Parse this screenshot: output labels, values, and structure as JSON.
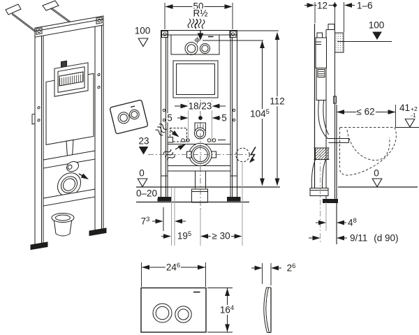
{
  "colors": {
    "line": "#1d1d1b",
    "gray": "#9d9d9c",
    "background": "#ffffff"
  },
  "icons": {
    "water_supply": "wavy-lines-with-arrow",
    "electrical_connection": "lightning-bolt-in-dashed-circle",
    "meter_mark_filled": "▼",
    "meter_mark_open": "▽"
  },
  "front_view": {
    "width": "50",
    "water_thread": "R½",
    "meter_mark": "100",
    "total_height": "112",
    "panel_height": {
      "v": "104",
      "sup": "5"
    },
    "supply_offset": "18/23",
    "five_left": "5",
    "five_right": "5",
    "drain_height": "23",
    "floor_zero": "0",
    "floor_adjust": "0–20",
    "foot_offset": {
      "v": "7",
      "sup": "3"
    },
    "drain_offset": {
      "v": "19",
      "sup": "5"
    },
    "clearance": "≥ 30"
  },
  "side_view": {
    "frame_depth": "12",
    "finish_thickness": "1–6",
    "meter_mark": "100",
    "bowl_depth_max": "≤ 62",
    "bowl_height": {
      "v": "41",
      "plus": "+2",
      "minus": "-1"
    },
    "floor_zero": "0",
    "outlet_wall_offset": {
      "v": "4",
      "sup": "8"
    },
    "outlet_depth_range": "9/11",
    "outlet_diameter": "(d 90)"
  },
  "plate": {
    "width": {
      "v": "24",
      "sup": "6"
    },
    "height": {
      "v": "16",
      "sup": "4"
    },
    "thickness": {
      "v": "2",
      "sup": "6"
    }
  }
}
